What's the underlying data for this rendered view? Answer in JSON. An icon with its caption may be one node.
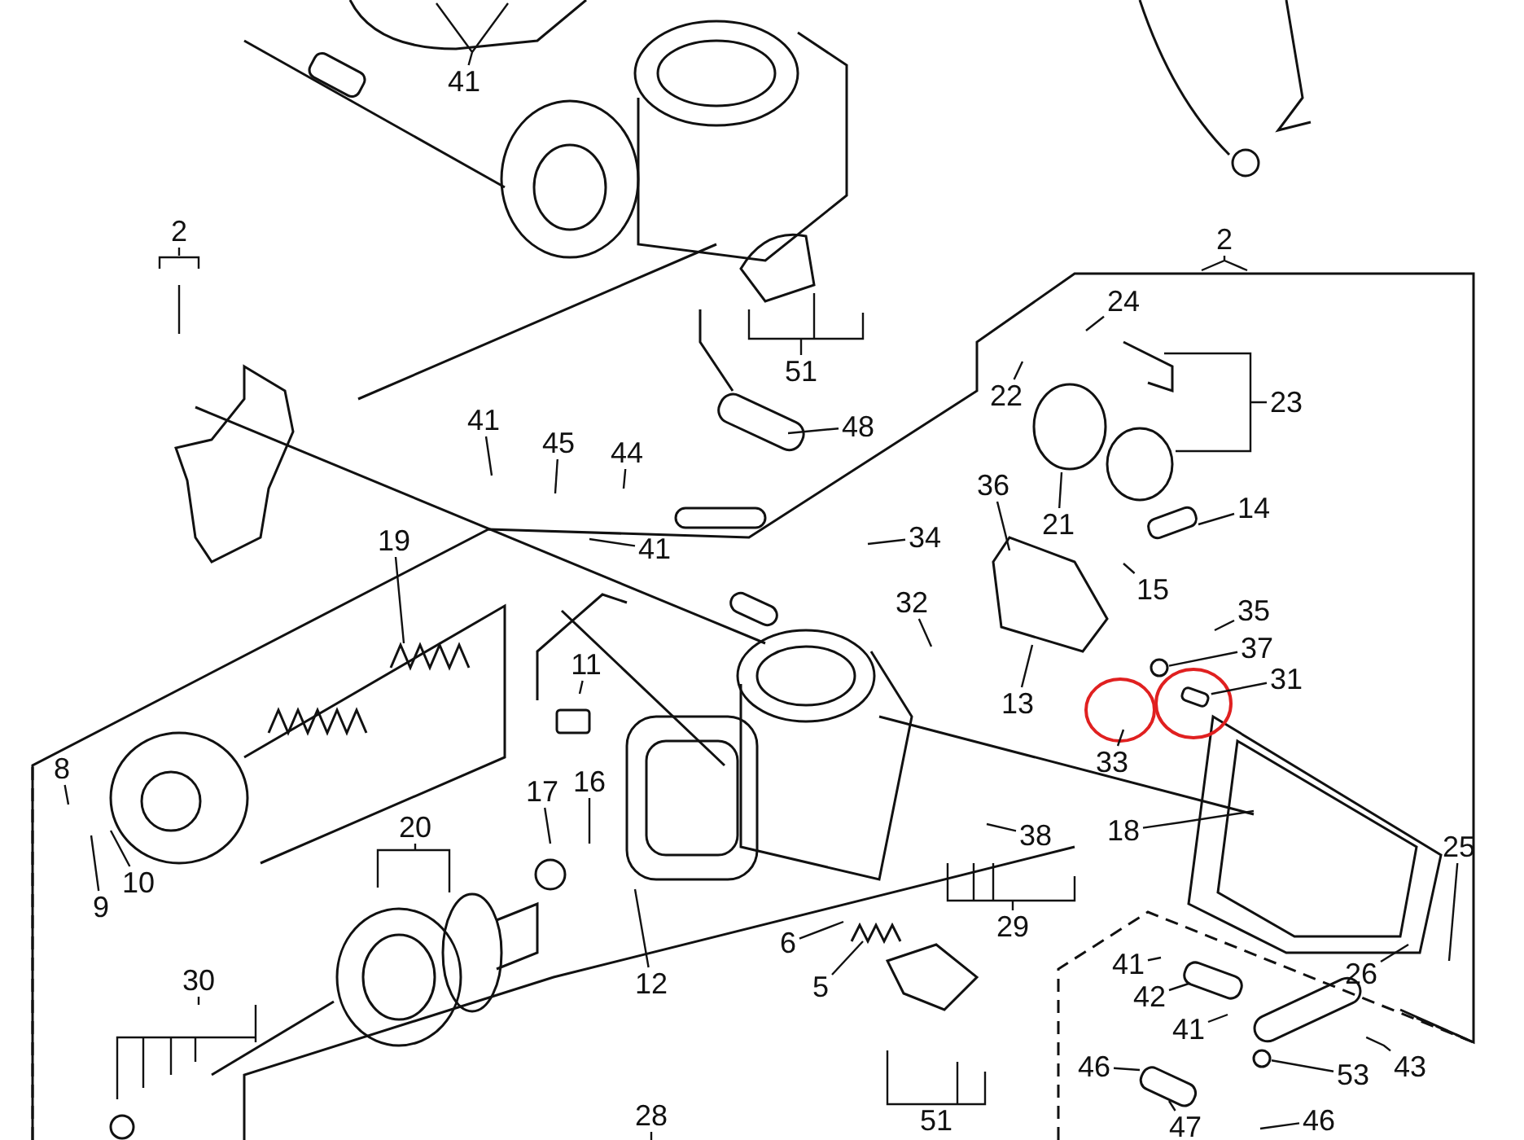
{
  "diagram": {
    "nodes": [
      {
        "text": [
          "41"
        ]
      },
      {
        "text": [
          "2"
        ]
      },
      {
        "text": [
          "2"
        ]
      },
      {
        "text": [
          "24"
        ]
      },
      {
        "text": [
          "51"
        ]
      },
      {
        "text": [
          "22"
        ]
      },
      {
        "text": [
          "23"
        ]
      },
      {
        "text": [
          "41"
        ]
      },
      {
        "text": [
          "48"
        ]
      },
      {
        "text": [
          "45"
        ]
      },
      {
        "text": [
          "44"
        ]
      },
      {
        "text": [
          "36"
        ]
      },
      {
        "text": [
          "14"
        ]
      },
      {
        "text": [
          "21"
        ]
      },
      {
        "text": [
          "34"
        ]
      },
      {
        "text": [
          "41"
        ]
      },
      {
        "text": [
          "19"
        ]
      },
      {
        "text": [
          "15"
        ]
      },
      {
        "text": [
          "32"
        ]
      },
      {
        "text": [
          "35"
        ]
      },
      {
        "text": [
          "37"
        ]
      },
      {
        "text": [
          "11"
        ]
      },
      {
        "text": [
          "31"
        ]
      },
      {
        "text": [
          "13"
        ]
      },
      {
        "text": [
          "33"
        ]
      },
      {
        "text": [
          "8"
        ]
      },
      {
        "text": [
          "16"
        ]
      },
      {
        "text": [
          "17"
        ]
      },
      {
        "text": [
          "20"
        ]
      },
      {
        "text": [
          "18"
        ]
      },
      {
        "text": [
          "38"
        ]
      },
      {
        "text": [
          "25"
        ]
      },
      {
        "text": [
          "10"
        ]
      },
      {
        "text": [
          "9"
        ]
      },
      {
        "text": [
          "29"
        ]
      },
      {
        "text": [
          "6"
        ]
      },
      {
        "text": [
          "12"
        ]
      },
      {
        "text": [
          "26"
        ]
      },
      {
        "text": [
          "41"
        ]
      },
      {
        "text": [
          "30"
        ]
      },
      {
        "text": [
          "5"
        ]
      },
      {
        "text": [
          "42"
        ]
      },
      {
        "text": [
          "41"
        ]
      },
      {
        "text": [
          "46"
        ]
      },
      {
        "text": [
          "43"
        ]
      },
      {
        "text": [
          "53"
        ]
      },
      {
        "text": [
          "28"
        ]
      },
      {
        "text": [
          "46"
        ]
      },
      {
        "text": [
          "47"
        ]
      },
      {
        "text": [
          "51"
        ]
      },
      {
        "text": [],
        "shape": "circle"
      },
      {
        "text": [],
        "shape": "box"
      },
      {
        "text": [],
        "shape": "box"
      },
      {
        "text": [],
        "shape": "circle"
      }
    ],
    "edges": [
      {
        "from": 0,
        "to": null,
        "arrow": "none"
      },
      {
        "from": 1,
        "to": null,
        "arrow": "none"
      },
      {
        "from": 2,
        "to": null,
        "arrow": "none"
      },
      {
        "from": 3,
        "to": null,
        "arrow": "none"
      },
      {
        "from": 4,
        "to": null,
        "arrow": "none"
      },
      {
        "from": 5,
        "to": null,
        "arrow": "none"
      },
      {
        "from": 6,
        "to": null,
        "arrow": "none"
      },
      {
        "from": 7,
        "to": null,
        "arrow": "none"
      },
      {
        "from": 8,
        "to": null,
        "arrow": "none"
      },
      {
        "from": 9,
        "to": null,
        "arrow": "none"
      },
      {
        "from": 10,
        "to": null,
        "arrow": "none"
      },
      {
        "from": 11,
        "to": null,
        "arrow": "none"
      },
      {
        "from": 12,
        "to": null,
        "arrow": "none"
      },
      {
        "from": 13,
        "to": null,
        "arrow": "none"
      },
      {
        "from": 14,
        "to": null,
        "arrow": "none"
      },
      {
        "from": 15,
        "to": null,
        "arrow": "none"
      },
      {
        "from": 16,
        "to": null,
        "arrow": "none"
      },
      {
        "from": 17,
        "to": null,
        "arrow": "none"
      },
      {
        "from": 18,
        "to": null,
        "arrow": "none"
      },
      {
        "from": 19,
        "to": null,
        "arrow": "none"
      },
      {
        "from": 20,
        "to": 50,
        "arrow": "none"
      },
      {
        "from": 21,
        "to": null,
        "arrow": "none"
      },
      {
        "from": 22,
        "to": 51,
        "arrow": "none"
      },
      {
        "from": 23,
        "to": null,
        "arrow": "none"
      },
      {
        "from": 24,
        "to": null,
        "arrow": "none"
      },
      {
        "from": 25,
        "to": null,
        "arrow": "none"
      },
      {
        "from": 26,
        "to": null,
        "arrow": "none"
      },
      {
        "from": 27,
        "to": null,
        "arrow": "none"
      },
      {
        "from": 28,
        "to": null,
        "arrow": "none"
      },
      {
        "from": 29,
        "to": null,
        "arrow": "none"
      },
      {
        "from": 30,
        "to": null,
        "arrow": "none"
      },
      {
        "from": 31,
        "to": null,
        "arrow": "none"
      },
      {
        "from": 32,
        "to": null,
        "arrow": "none"
      },
      {
        "from": 33,
        "to": null,
        "arrow": "none"
      },
      {
        "from": 34,
        "to": null,
        "arrow": "none"
      },
      {
        "from": 35,
        "to": null,
        "arrow": "none"
      },
      {
        "from": 36,
        "to": null,
        "arrow": "none"
      },
      {
        "from": 37,
        "to": null,
        "arrow": "none"
      },
      {
        "from": 38,
        "to": null,
        "arrow": "none"
      },
      {
        "from": 39,
        "to": null,
        "arrow": "none"
      },
      {
        "from": 40,
        "to": null,
        "arrow": "none"
      },
      {
        "from": 41,
        "to": null,
        "arrow": "none"
      },
      {
        "from": 42,
        "to": null,
        "arrow": "none"
      },
      {
        "from": 43,
        "to": null,
        "arrow": "none"
      },
      {
        "from": 44,
        "to": 52,
        "arrow": "none"
      },
      {
        "from": 45,
        "to": 53,
        "arrow": "none"
      },
      {
        "from": 46,
        "to": null,
        "arrow": "none"
      },
      {
        "from": 47,
        "to": null,
        "arrow": "none"
      },
      {
        "from": 48,
        "to": null,
        "arrow": "none"
      },
      {
        "from": 49,
        "to": null,
        "arrow": "none"
      }
    ]
  }
}
